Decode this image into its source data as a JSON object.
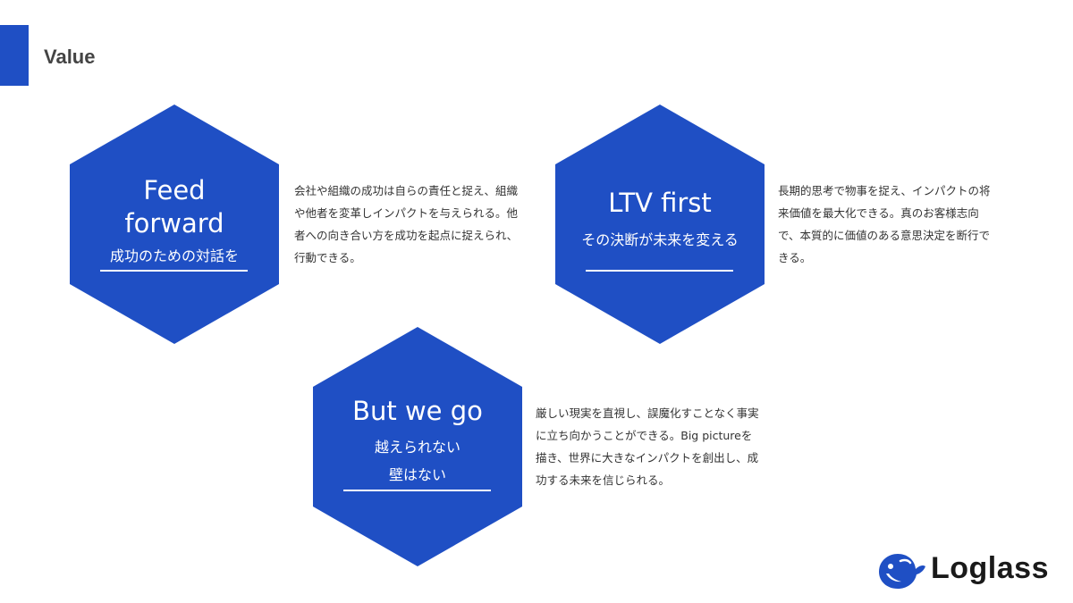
{
  "page": {
    "title": "Value"
  },
  "values": [
    {
      "title_lines": [
        "Feed",
        "forward"
      ],
      "subtitle_lines": [
        "成功のための対話を"
      ],
      "description": "会社や組織の成功は自らの責任と捉え、組織や他者を変革しインパクトを与えられる。他者への向き合い方を成功を起点に捉えられ、行動できる。"
    },
    {
      "title_lines": [
        "LTV first"
      ],
      "subtitle_lines": [
        "その決断が未来を変える"
      ],
      "description": "長期的思考で物事を捉え、インパクトの将来価値を最大化できる。真のお客様志向で、本質的に価値のある意思決定を断行できる。"
    },
    {
      "title_lines": [
        "But we go"
      ],
      "subtitle_lines": [
        "越えられない",
        "壁はない"
      ],
      "description": "厳しい現実を直視し、誤魔化すことなく事実に立ち向かうことができる。Big pictureを描き、世界に大きなインパクトを創出し、成功する未来を信じられる。"
    }
  ],
  "logo": {
    "text": "Loglass",
    "icon": "whale-logo-icon"
  },
  "colors": {
    "accent": "#1f4fc4",
    "text": "#333333"
  }
}
